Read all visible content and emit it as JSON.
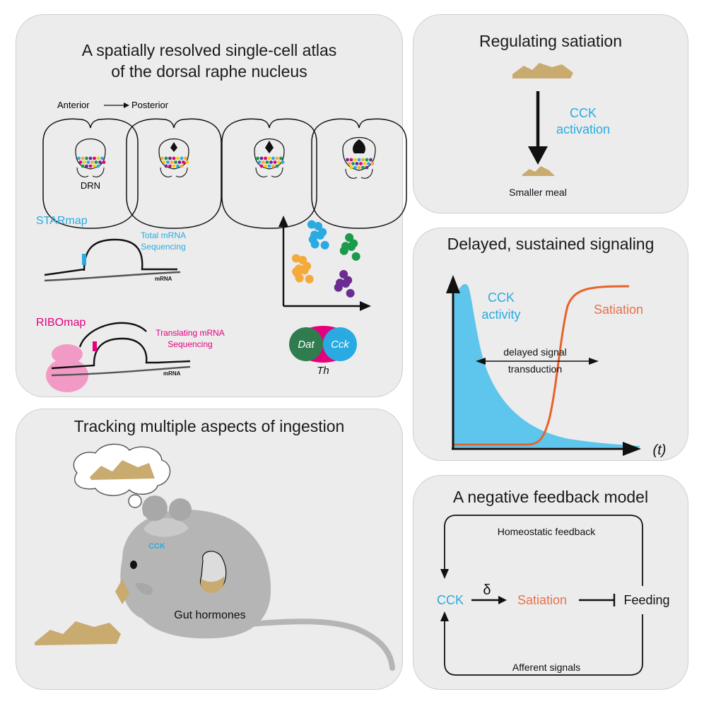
{
  "panels": {
    "atlas": {
      "title_line1": "A spatially resolved single-cell atlas",
      "title_line2": "of the dorsal raphe nucleus",
      "axis_anterior": "Anterior",
      "axis_posterior": "Posterior",
      "drn_label": "DRN",
      "starmap": {
        "name": "STARmap",
        "desc_line1": "Total mRNA",
        "desc_line2": "Sequencing",
        "mrna": "mRNA"
      },
      "ribomap": {
        "name": "RIBOmap",
        "desc_line1": "Translating mRNA",
        "desc_line2": "Sequencing",
        "mrna": "mRNA"
      },
      "venn": {
        "left": "Dat",
        "right": "Cck",
        "bottom": "Th"
      }
    },
    "satiation": {
      "title": "Regulating satiation",
      "arrow_line1": "CCK",
      "arrow_line2": "activation",
      "result": "Smaller meal"
    },
    "signaling": {
      "title": "Delayed, sustained signaling",
      "cck_line1": "CCK",
      "cck_line2": "activity",
      "satiation_label": "Satiation",
      "delay_line1": "delayed signal",
      "delay_line2": "transduction",
      "x_axis": "(t)"
    },
    "ingestion": {
      "title": "Tracking multiple aspects of ingestion",
      "brain_label": "CCK",
      "gut_label": "Gut hormones"
    },
    "feedback": {
      "title": "A negative feedback model",
      "top_loop": "Homeostatic feedback",
      "bottom_loop": "Afferent signals",
      "cck": "CCK",
      "delta": "δ",
      "satiation": "Satiation",
      "feeding": "Feeding"
    }
  },
  "colors": {
    "cyan": "#29abe2",
    "magenta": "#e5007e",
    "orange_red": "#e9714a",
    "satiation_curve": "#e8622a",
    "cck_fill": "#5ec5ec",
    "food": "#c9aa6f",
    "mouse": "#b5b5b5",
    "dot_green": "#1a9a4a",
    "dot_orange": "#f5a93a",
    "dot_purple": "#6a2c91",
    "venn_green": "#2f7d4f"
  }
}
